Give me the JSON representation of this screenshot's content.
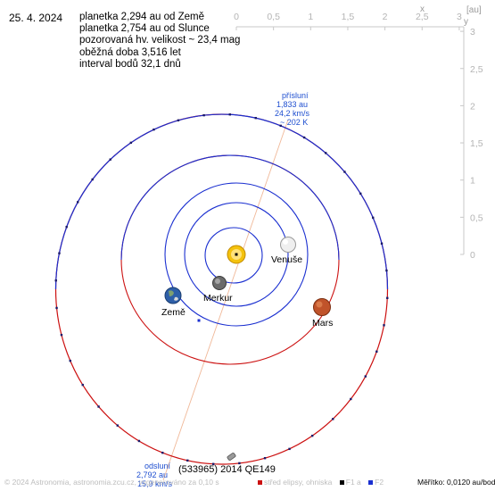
{
  "date": "25. 4. 2024",
  "info_lines": [
    "planetka 2,294 au od Země",
    "planetka 2,754 au od Slunce",
    "pozorovaná hv. velikost ~ 23,4 mag",
    "oběžná doba 3,516 let",
    "interval bodů 32,1 dnů"
  ],
  "object_name": "(533965) 2014 QE149",
  "axes": {
    "x_ticks": [
      "0",
      "0,5",
      "1",
      "1,5",
      "2",
      "2,5",
      "3"
    ],
    "y_ticks": [
      "0",
      "0,5",
      "1",
      "1,5",
      "2",
      "2,5",
      "3"
    ],
    "x_label": "x",
    "unit_label": "[au]",
    "y_label": "y"
  },
  "planets": {
    "venus": "Venuše",
    "mercury": "Merkur",
    "earth": "Země",
    "mars": "Mars"
  },
  "perihelion": {
    "title": "přísluní",
    "distance": "1,833 au",
    "speed": "24,2 km/s",
    "temperature": "~ 202 K"
  },
  "aphelion": {
    "title": "odsluní",
    "distance": "2,792 au",
    "speed": "15,9 km/s"
  },
  "footer": {
    "credit": "© 2024 Astronomia, astronomia.zcu.cz, vygenerováno za 0,10 s",
    "legend_center": "střed elipsy, ohniska",
    "legend_f1": "F1 a",
    "legend_f2": "F2",
    "scale": "Měřítko: 0,0120 au/bod"
  },
  "colors": {
    "orbit_above": "#1a2fd0",
    "orbit_below": "#cc1111",
    "line_of_apsides": "#f0b898",
    "axis": "#c8c8c8",
    "label_blue": "#1f4fd0",
    "sun": "#f4c20d"
  }
}
